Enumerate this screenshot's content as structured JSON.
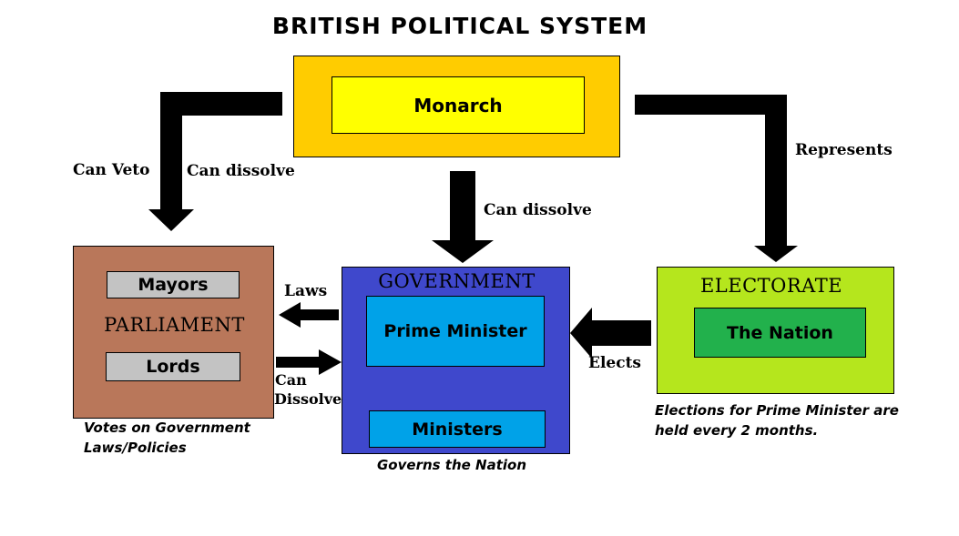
{
  "title": "BRITISH POLITICAL SYSTEM",
  "monarch": {
    "label": "Monarch"
  },
  "parliament": {
    "heading": "PARLIAMENT",
    "upper": "Mayors",
    "lower": "Lords",
    "note_line1": "Votes on Government",
    "note_line2": "Laws/Policies"
  },
  "government": {
    "heading": "GOVERNMENT",
    "pm": "Prime Minister",
    "ministers": "Ministers",
    "note": "Governs the Nation"
  },
  "electorate": {
    "heading": "ELECTORATE",
    "nation": "The Nation",
    "note_line1": "Elections for Prime Minister are",
    "note_line2": "held every 2 months."
  },
  "arrow_labels": {
    "can_veto": "Can Veto",
    "can_dissolve_parliament": "Can dissolve",
    "can_dissolve_government": "Can dissolve",
    "represents": "Represents",
    "laws": "Laws",
    "can_dissolve_short_1": "Can",
    "can_dissolve_short_2": "Dissolve",
    "elects": "Elects"
  },
  "colors": {
    "monarch_outer": "#ffcc00",
    "monarch_inner": "#ffff00",
    "parliament": "#b9775a",
    "grey_box": "#c3c3c3",
    "government": "#3f48cc",
    "government_inner": "#00a2e8",
    "electorate": "#b5e61d",
    "nation": "#22b14c"
  }
}
